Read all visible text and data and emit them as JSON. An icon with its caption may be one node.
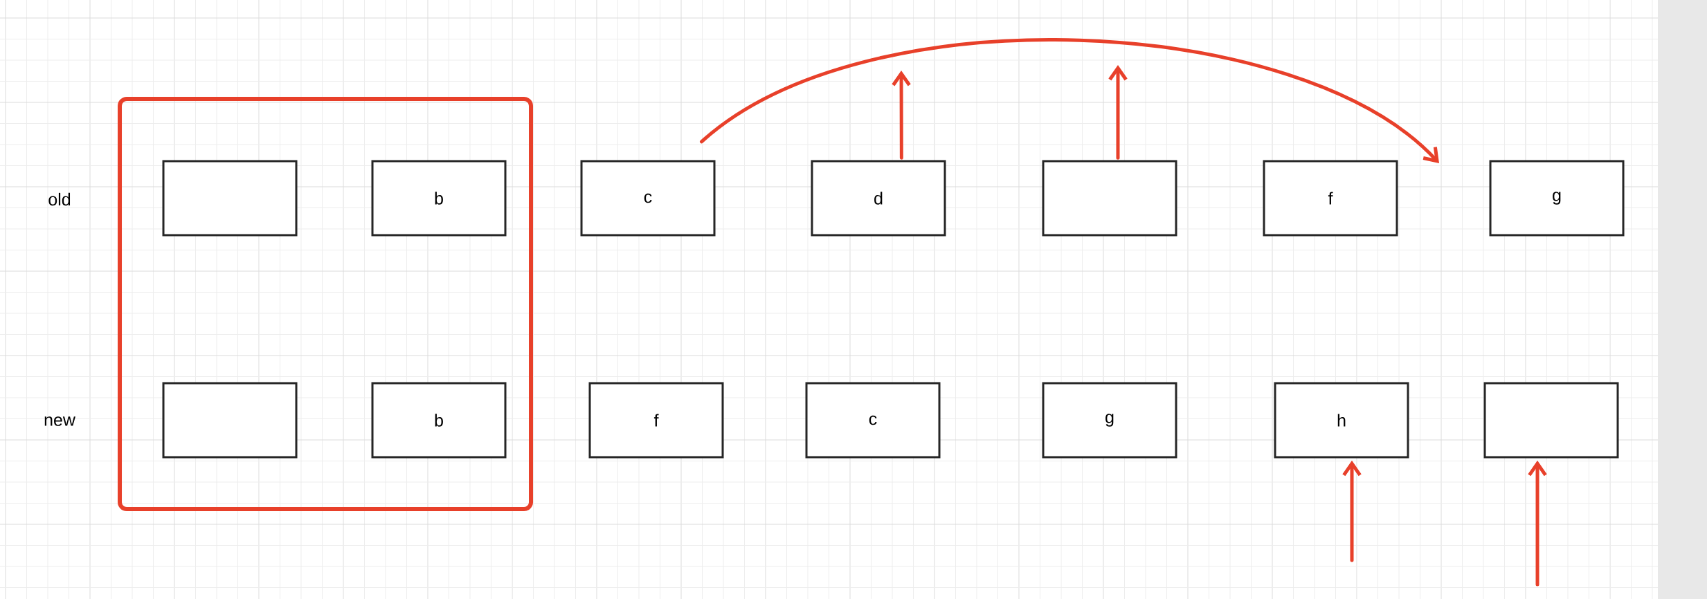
{
  "diagram": {
    "nodes": [
      {
        "text": [],
        "shape": "box"
      },
      {
        "text": [],
        "in": 0,
        "shape": "box"
      },
      {
        "text": [
          "b"
        ],
        "in": 0
      },
      {
        "text": [
          "c"
        ]
      },
      {
        "text": [
          "d"
        ]
      },
      {
        "text": [],
        "shape": "box"
      },
      {
        "text": [
          "f"
        ]
      },
      {
        "text": [
          "g"
        ]
      },
      {
        "text": [],
        "in": 0,
        "shape": "box"
      },
      {
        "text": [
          "b"
        ],
        "in": 0
      },
      {
        "text": [
          "f"
        ]
      },
      {
        "text": [
          "c"
        ]
      },
      {
        "text": [
          "g"
        ]
      },
      {
        "text": [
          "h"
        ]
      },
      {
        "text": [],
        "shape": "box"
      }
    ],
    "edges": [
      {
        "from": 3,
        "to": null,
        "arrow": "to"
      },
      {
        "from": 4,
        "to": null,
        "arrow": "to"
      },
      {
        "from": 5,
        "to": null,
        "arrow": "to"
      },
      {
        "from": null,
        "to": 13,
        "arrow": "to"
      },
      {
        "from": null,
        "to": 14,
        "arrow": "to"
      }
    ],
    "labels": [
      "old",
      "new"
    ]
  }
}
